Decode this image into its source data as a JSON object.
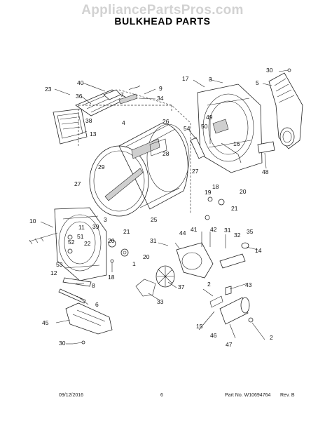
{
  "watermark": "AppliancePartsPros.com",
  "title": "BULKHEAD PARTS",
  "footer": {
    "date": "09/12/2016",
    "page": "6",
    "part_no": "Part No. W10694764",
    "rev": "Rev. B"
  },
  "callouts": [
    "1",
    "2",
    "2",
    "3",
    "3",
    "4",
    "5",
    "6",
    "7",
    "8",
    "9",
    "10",
    "11",
    "12",
    "13",
    "14",
    "15",
    "16",
    "17",
    "18",
    "18",
    "19",
    "20",
    "20",
    "20",
    "21",
    "21",
    "22",
    "23",
    "25",
    "26",
    "27",
    "27",
    "28",
    "29",
    "30",
    "30",
    "31",
    "31",
    "32",
    "33",
    "34",
    "35",
    "36",
    "37",
    "38",
    "39",
    "40",
    "41",
    "42",
    "43",
    "44",
    "45",
    "46",
    "47",
    "48",
    "49",
    "50",
    "51",
    "52",
    "53",
    "54"
  ]
}
